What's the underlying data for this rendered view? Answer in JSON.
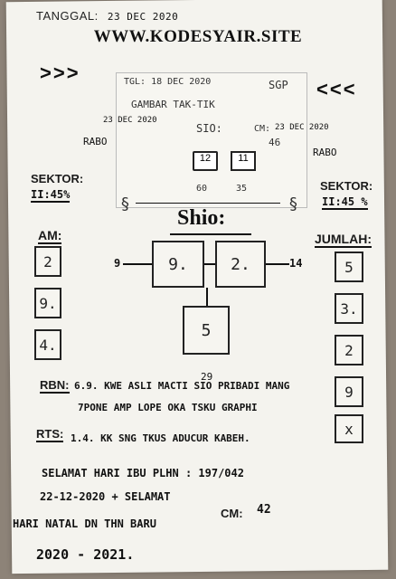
{
  "header": {
    "tanggal_label": "TANGGAL:",
    "tanggal_value": "23 DEC 2020",
    "site": "WWW.KODESYAIR.SITE",
    "arrows_left": ">>>",
    "arrows_right": "<<<"
  },
  "banner": {
    "tgl": "TGL: 18 DEC 2020",
    "title": "GAMBAR TAK-TIK",
    "sgp": "SGP",
    "date_left": "23 DEC 2020",
    "rabo": "RABO",
    "shio_label": "SIO:",
    "cm_label": "CM:",
    "cm_value": "46",
    "num_a": "12",
    "num_b": "11",
    "under_a": "60",
    "under_b": "35",
    "date_right": "23 DEC 2020",
    "rabo_right": "RABO"
  },
  "sektor": {
    "left_label": "SEKTOR:",
    "left_value": "II:45%",
    "right_label": "SEKTOR:",
    "right_value": "II:45 %"
  },
  "shio_title": "Shio:",
  "am": {
    "label": "AM:",
    "values": [
      "2",
      "9.",
      "4."
    ]
  },
  "jumlah": {
    "label": "JUMLAH:",
    "values": [
      "5",
      "3.",
      "2",
      "9",
      "x"
    ]
  },
  "center": {
    "left_num": "9",
    "box1": "9.",
    "box2": "2.",
    "right_num": "14",
    "box3": "5",
    "under_box3": "29"
  },
  "rbn": {
    "label": "RBN:",
    "line1": "6.9. KWE ASLI MACTI SIO PRIBADI MANG",
    "line2": "7PONE AMP LOPE OKA TSKU GRAPHI"
  },
  "rts": {
    "label": "RTS:",
    "line1": "1.4. KK SNG TKUS ADUCUR KABEH."
  },
  "footer": {
    "line1": "SELAMAT HARI IBU PLHN : 197/042",
    "line2": "22-12-2020 + SELAMAT",
    "line3": "HARI NATAL DN THN BARU",
    "cm_label": "CM:",
    "cm_value": "42",
    "line4": "2020 - 2021."
  }
}
